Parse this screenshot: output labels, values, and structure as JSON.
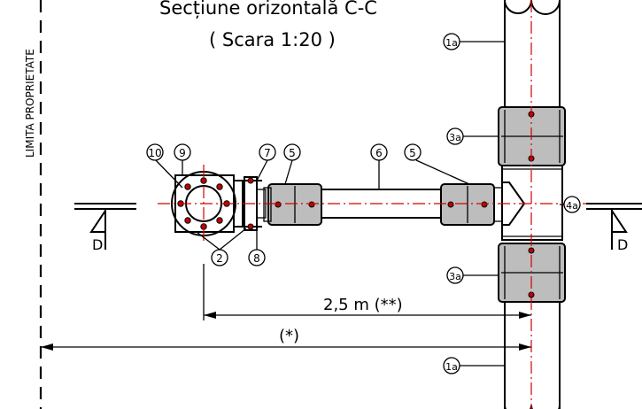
{
  "title": "Secțiune orizontală C-C",
  "scale": "( Scara 1:20 )",
  "property_limit": "LIMITA PROPRIETATE",
  "section_marks": {
    "left": "D",
    "right": "D"
  },
  "dimensions": {
    "distance_a": "2,5 m (**)",
    "distance_b": "(*)"
  },
  "labels": {
    "l10": "10",
    "l9": "9",
    "l7": "7",
    "l5a": "5",
    "l6": "6",
    "l5b": "5",
    "l2": "2",
    "l8": "8",
    "l1a_top": "1a",
    "l3a_top": "3a",
    "l4a": "4a",
    "l3a_bot": "3a",
    "l1a_bot": "1a"
  }
}
